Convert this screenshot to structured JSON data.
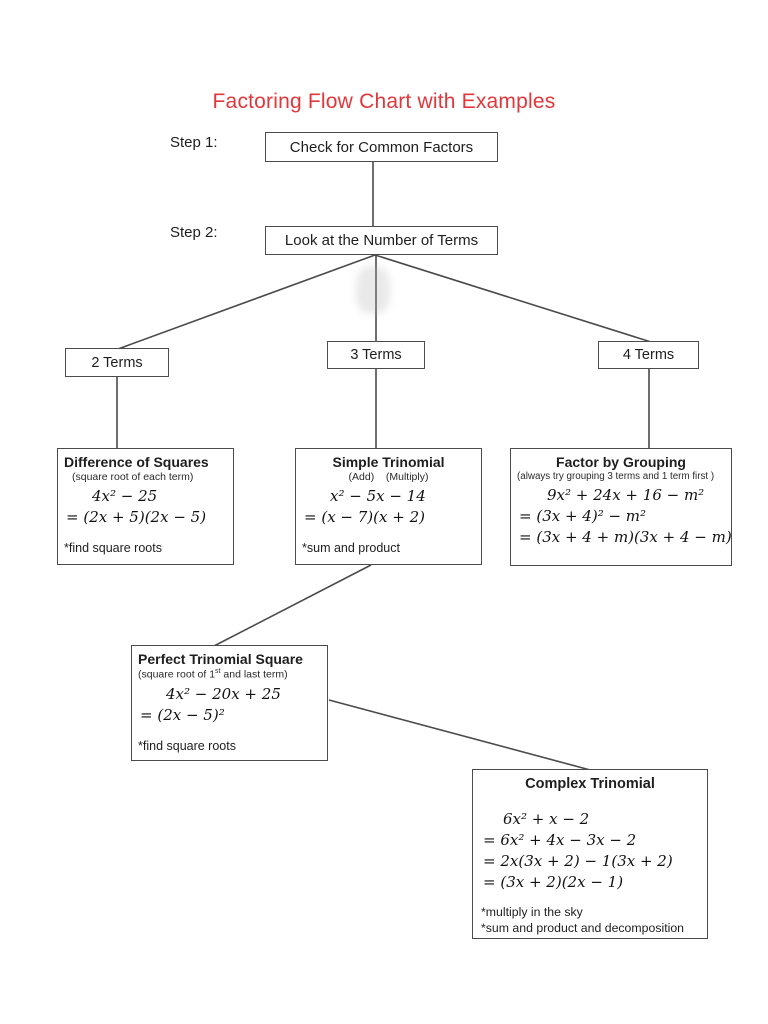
{
  "title": {
    "text": "Factoring Flow Chart with Examples",
    "color": "#e1373b"
  },
  "steps": {
    "step1_label": "Step 1:",
    "step1_box": "Check for Common Factors",
    "step2_label": "Step 2:",
    "step2_box": "Look at the Number of Terms"
  },
  "branches": {
    "two": "2 Terms",
    "three": "3 Terms",
    "four": "4 Terms"
  },
  "boxes": {
    "difference_of_squares": {
      "title": "Difference of Squares",
      "subtitle": "(square root of each term)",
      "math": [
        "4x² − 25",
        "= (2x + 5)(2x − 5)"
      ],
      "note": "*find square roots"
    },
    "simple_trinomial": {
      "title": "Simple Trinomial",
      "subtitle": "(Add)    (Multiply)",
      "math": [
        "x² − 5x − 14",
        "= (x − 7)(x + 2)"
      ],
      "note": "*sum and product"
    },
    "factor_by_grouping": {
      "title": "Factor by Grouping",
      "subtitle": "(always try grouping 3 terms and 1 term first )",
      "math": [
        "9x² + 24x + 16 − m²",
        "= (3x + 4)² − m²",
        "= (3x + 4 + m)(3x + 4 − m)"
      ]
    },
    "perfect_trinomial_square": {
      "title": "Perfect Trinomial Square",
      "subtitle_prefix": "(square root of 1",
      "subtitle_sup": "st",
      "subtitle_suffix": " and last term)",
      "math": [
        "4x² − 20x + 25",
        "= (2x − 5)²"
      ],
      "note": "*find square roots"
    },
    "complex_trinomial": {
      "title": "Complex Trinomial",
      "math": [
        "6x² + x − 2",
        "= 6x² + 4x − 3x − 2",
        "= 2x(3x + 2) − 1(3x + 2)",
        "= (3x + 2)(2x − 1)"
      ],
      "notes": [
        "*multiply in the sky",
        "*sum and product and decomposition"
      ]
    }
  },
  "colors": {
    "line": "#4a4a4a",
    "border": "#4b4b4b",
    "title_red": "#e1373b"
  }
}
